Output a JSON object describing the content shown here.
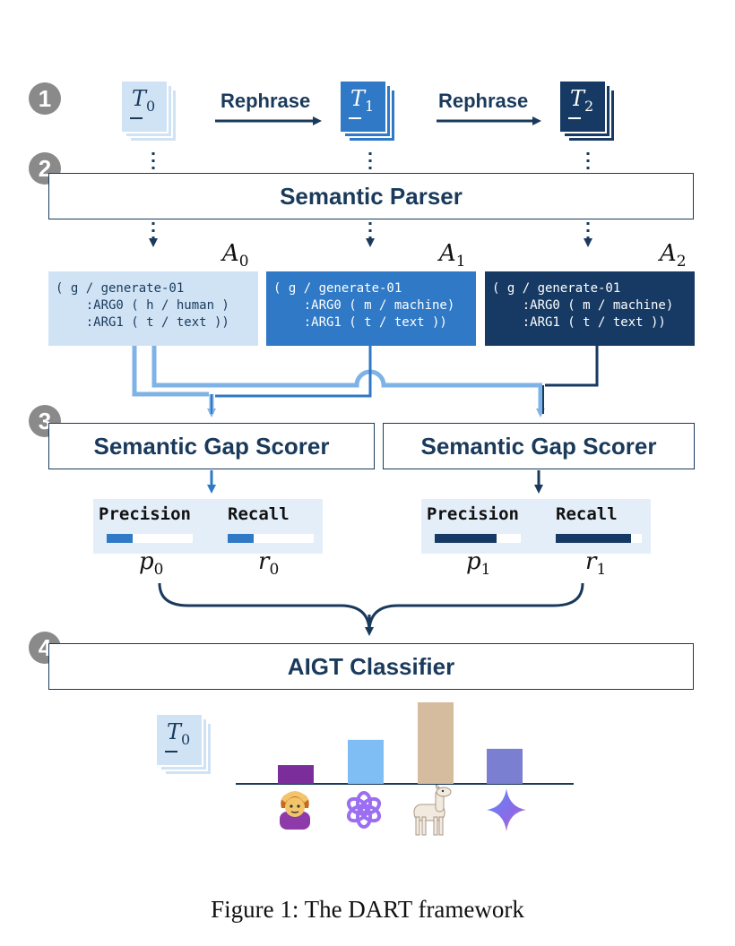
{
  "steps": [
    "1",
    "2",
    "3",
    "4"
  ],
  "documents": [
    {
      "label": "T",
      "sub": "0",
      "color": "#cfe3f5",
      "text_color": "#1a3a5c"
    },
    {
      "label": "T",
      "sub": "1",
      "color": "#2f79c6",
      "text_color": "#ffffff"
    },
    {
      "label": "T",
      "sub": "2",
      "color": "#163a63",
      "text_color": "#ffffff"
    }
  ],
  "rephrase_labels": [
    "Rephrase",
    "Rephrase"
  ],
  "parser_label": "Semantic Parser",
  "amr_graphs": [
    {
      "name": "A",
      "sub": "0",
      "text": "( g / generate-01\n    :ARG0 ( h / human )\n    :ARG1 ( t / text ))"
    },
    {
      "name": "A",
      "sub": "1",
      "text": "( g / generate-01\n    :ARG0 ( m / machine)\n    :ARG1 ( t / text ))"
    },
    {
      "name": "A",
      "sub": "2",
      "text": "( g / generate-01\n    :ARG0 ( m / machine)\n    :ARG1 ( t / text ))"
    }
  ],
  "scorers": [
    "Semantic Gap Scorer",
    "Semantic Gap Scorer"
  ],
  "metrics": [
    {
      "precision_label": "Precision",
      "recall_label": "Recall",
      "precision_fill": 0.3,
      "recall_fill": 0.3,
      "p_name": "p",
      "p_sub": "0",
      "r_name": "r",
      "r_sub": "0",
      "color": "#2f79c6"
    },
    {
      "precision_label": "Precision",
      "recall_label": "Recall",
      "precision_fill": 0.72,
      "recall_fill": 0.88,
      "p_name": "p",
      "p_sub": "1",
      "r_name": "r",
      "r_sub": "1",
      "color": "#163a63"
    }
  ],
  "classifier_label": "AIGT Classifier",
  "input_doc": {
    "label": "T",
    "sub": "0"
  },
  "classifier_output": [
    {
      "icon": "human-icon",
      "value": 0.23,
      "color": "#7b2d9b"
    },
    {
      "icon": "openai-icon",
      "value": 0.54,
      "color": "#7fbef5"
    },
    {
      "icon": "llama-icon",
      "value": 1.0,
      "color": "#d6bc9f"
    },
    {
      "icon": "gemini-icon",
      "value": 0.43,
      "color": "#7b7fd1"
    }
  ],
  "caption": "Figure 1: The DART framework"
}
